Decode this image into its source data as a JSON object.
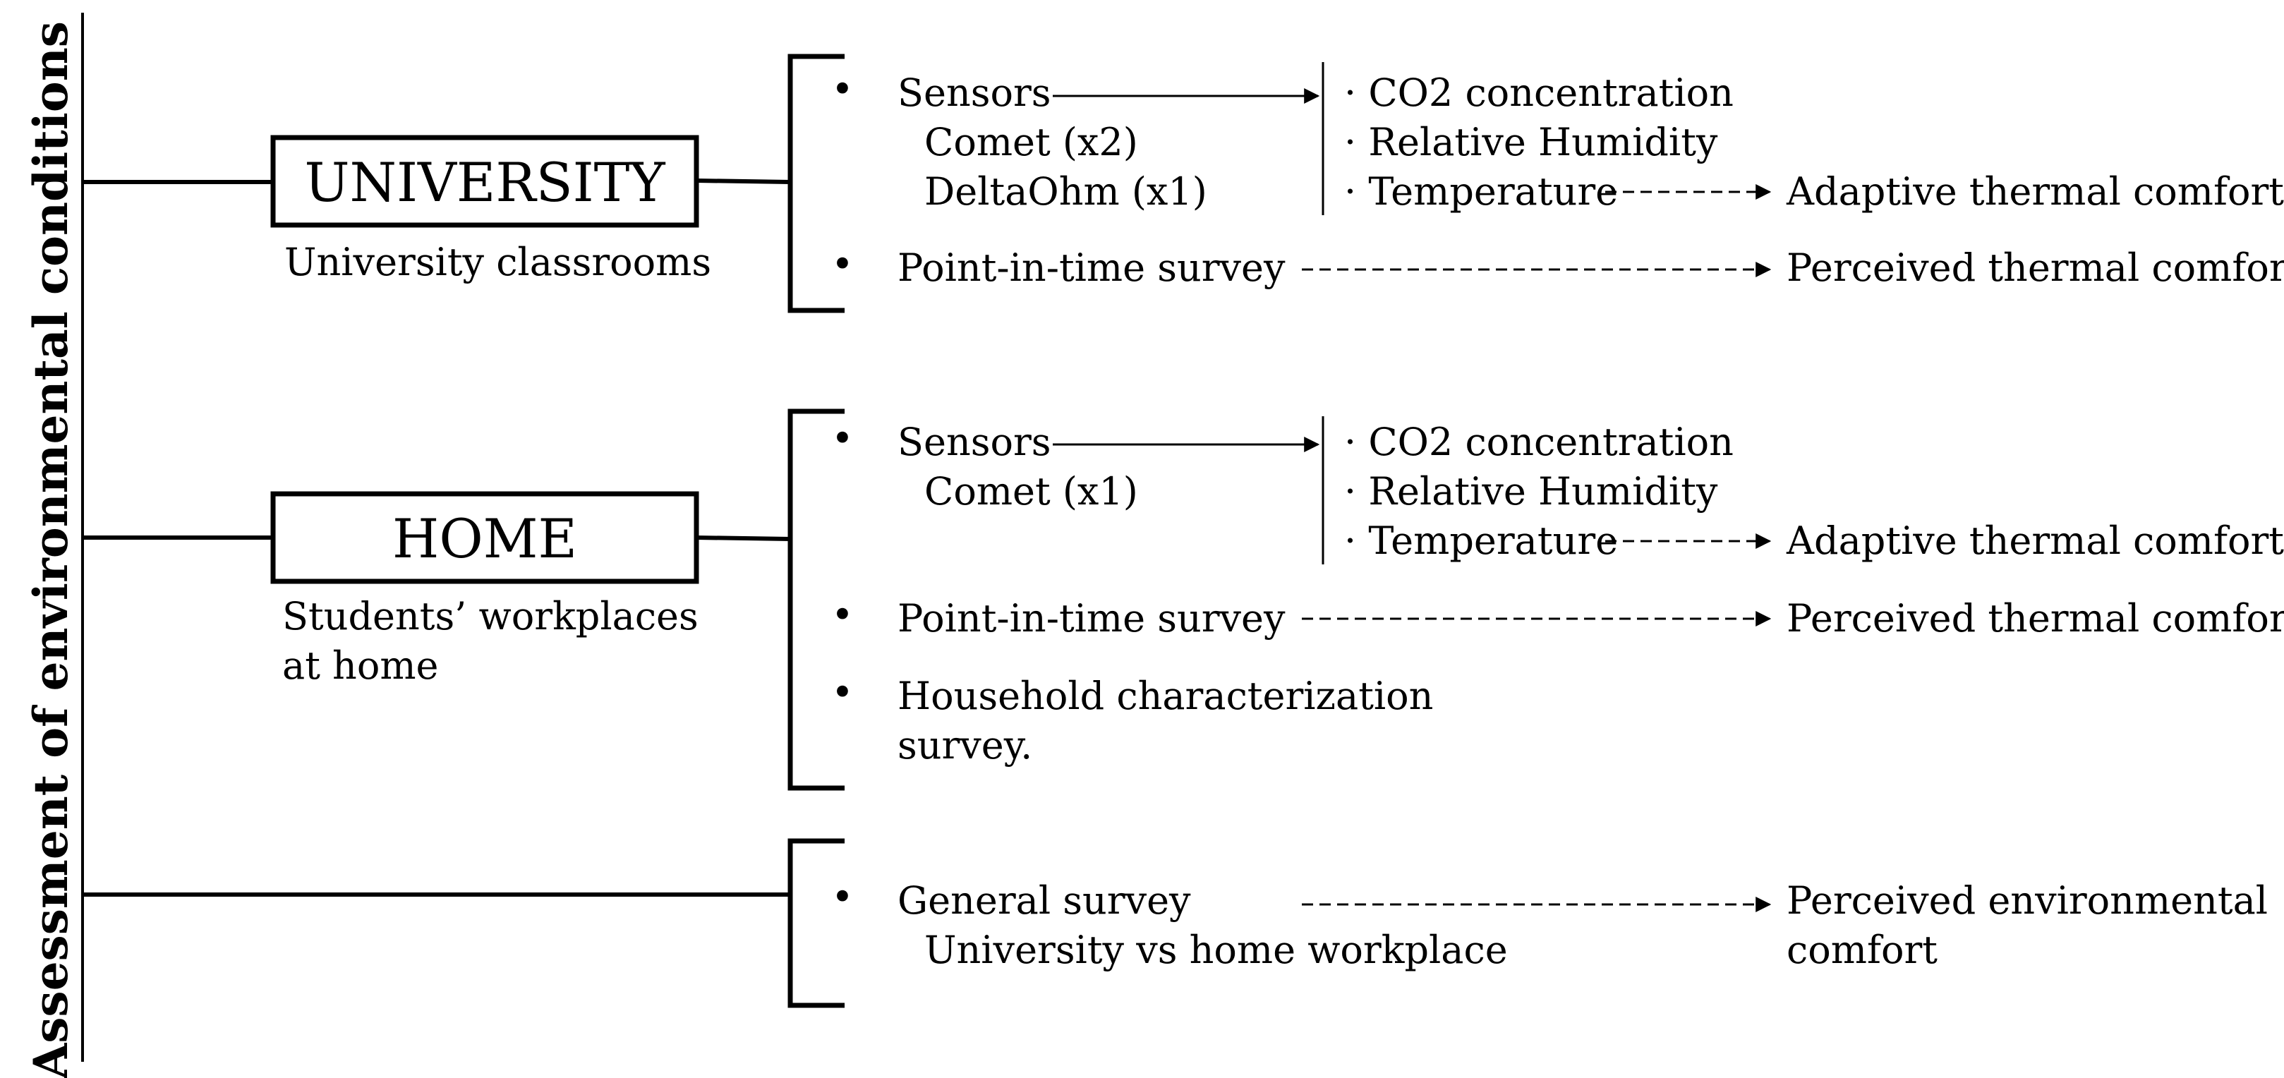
{
  "side_title": "Assessment of environmental conditions",
  "branches": [
    {
      "box_label": "UNIVERSITY",
      "caption_lines": [
        "University classrooms"
      ],
      "items": [
        {
          "bullet": "•",
          "title": "Sensors",
          "sub_lines": [
            "Comet (x2)",
            "DeltaOhm (x1)"
          ],
          "measures": [
            "· CO2 concentration",
            "· Relative Humidity",
            "· Temperature"
          ],
          "measure_result": "Adaptive thermal comfort"
        },
        {
          "bullet": "•",
          "title": "Point-in-time survey",
          "result": "Perceived thermal comfort"
        }
      ]
    },
    {
      "box_label": "HOME",
      "caption_lines": [
        "Students’ workplaces",
        "at home"
      ],
      "items": [
        {
          "bullet": "•",
          "title": "Sensors",
          "sub_lines": [
            "Comet (x1)"
          ],
          "measures": [
            "· CO2 concentration",
            "· Relative Humidity",
            "· Temperature"
          ],
          "measure_result": "Adaptive thermal comfort"
        },
        {
          "bullet": "•",
          "title": "Point-in-time survey",
          "result": "Perceived thermal comfort"
        },
        {
          "bullet": "•",
          "title_lines": [
            "Household characterization",
            "survey."
          ]
        }
      ]
    },
    {
      "items": [
        {
          "bullet": "•",
          "title": "General survey",
          "sub_lines": [
            "University vs home workplace"
          ],
          "result_lines": [
            "Perceived environmental",
            "comfort"
          ]
        }
      ]
    }
  ]
}
